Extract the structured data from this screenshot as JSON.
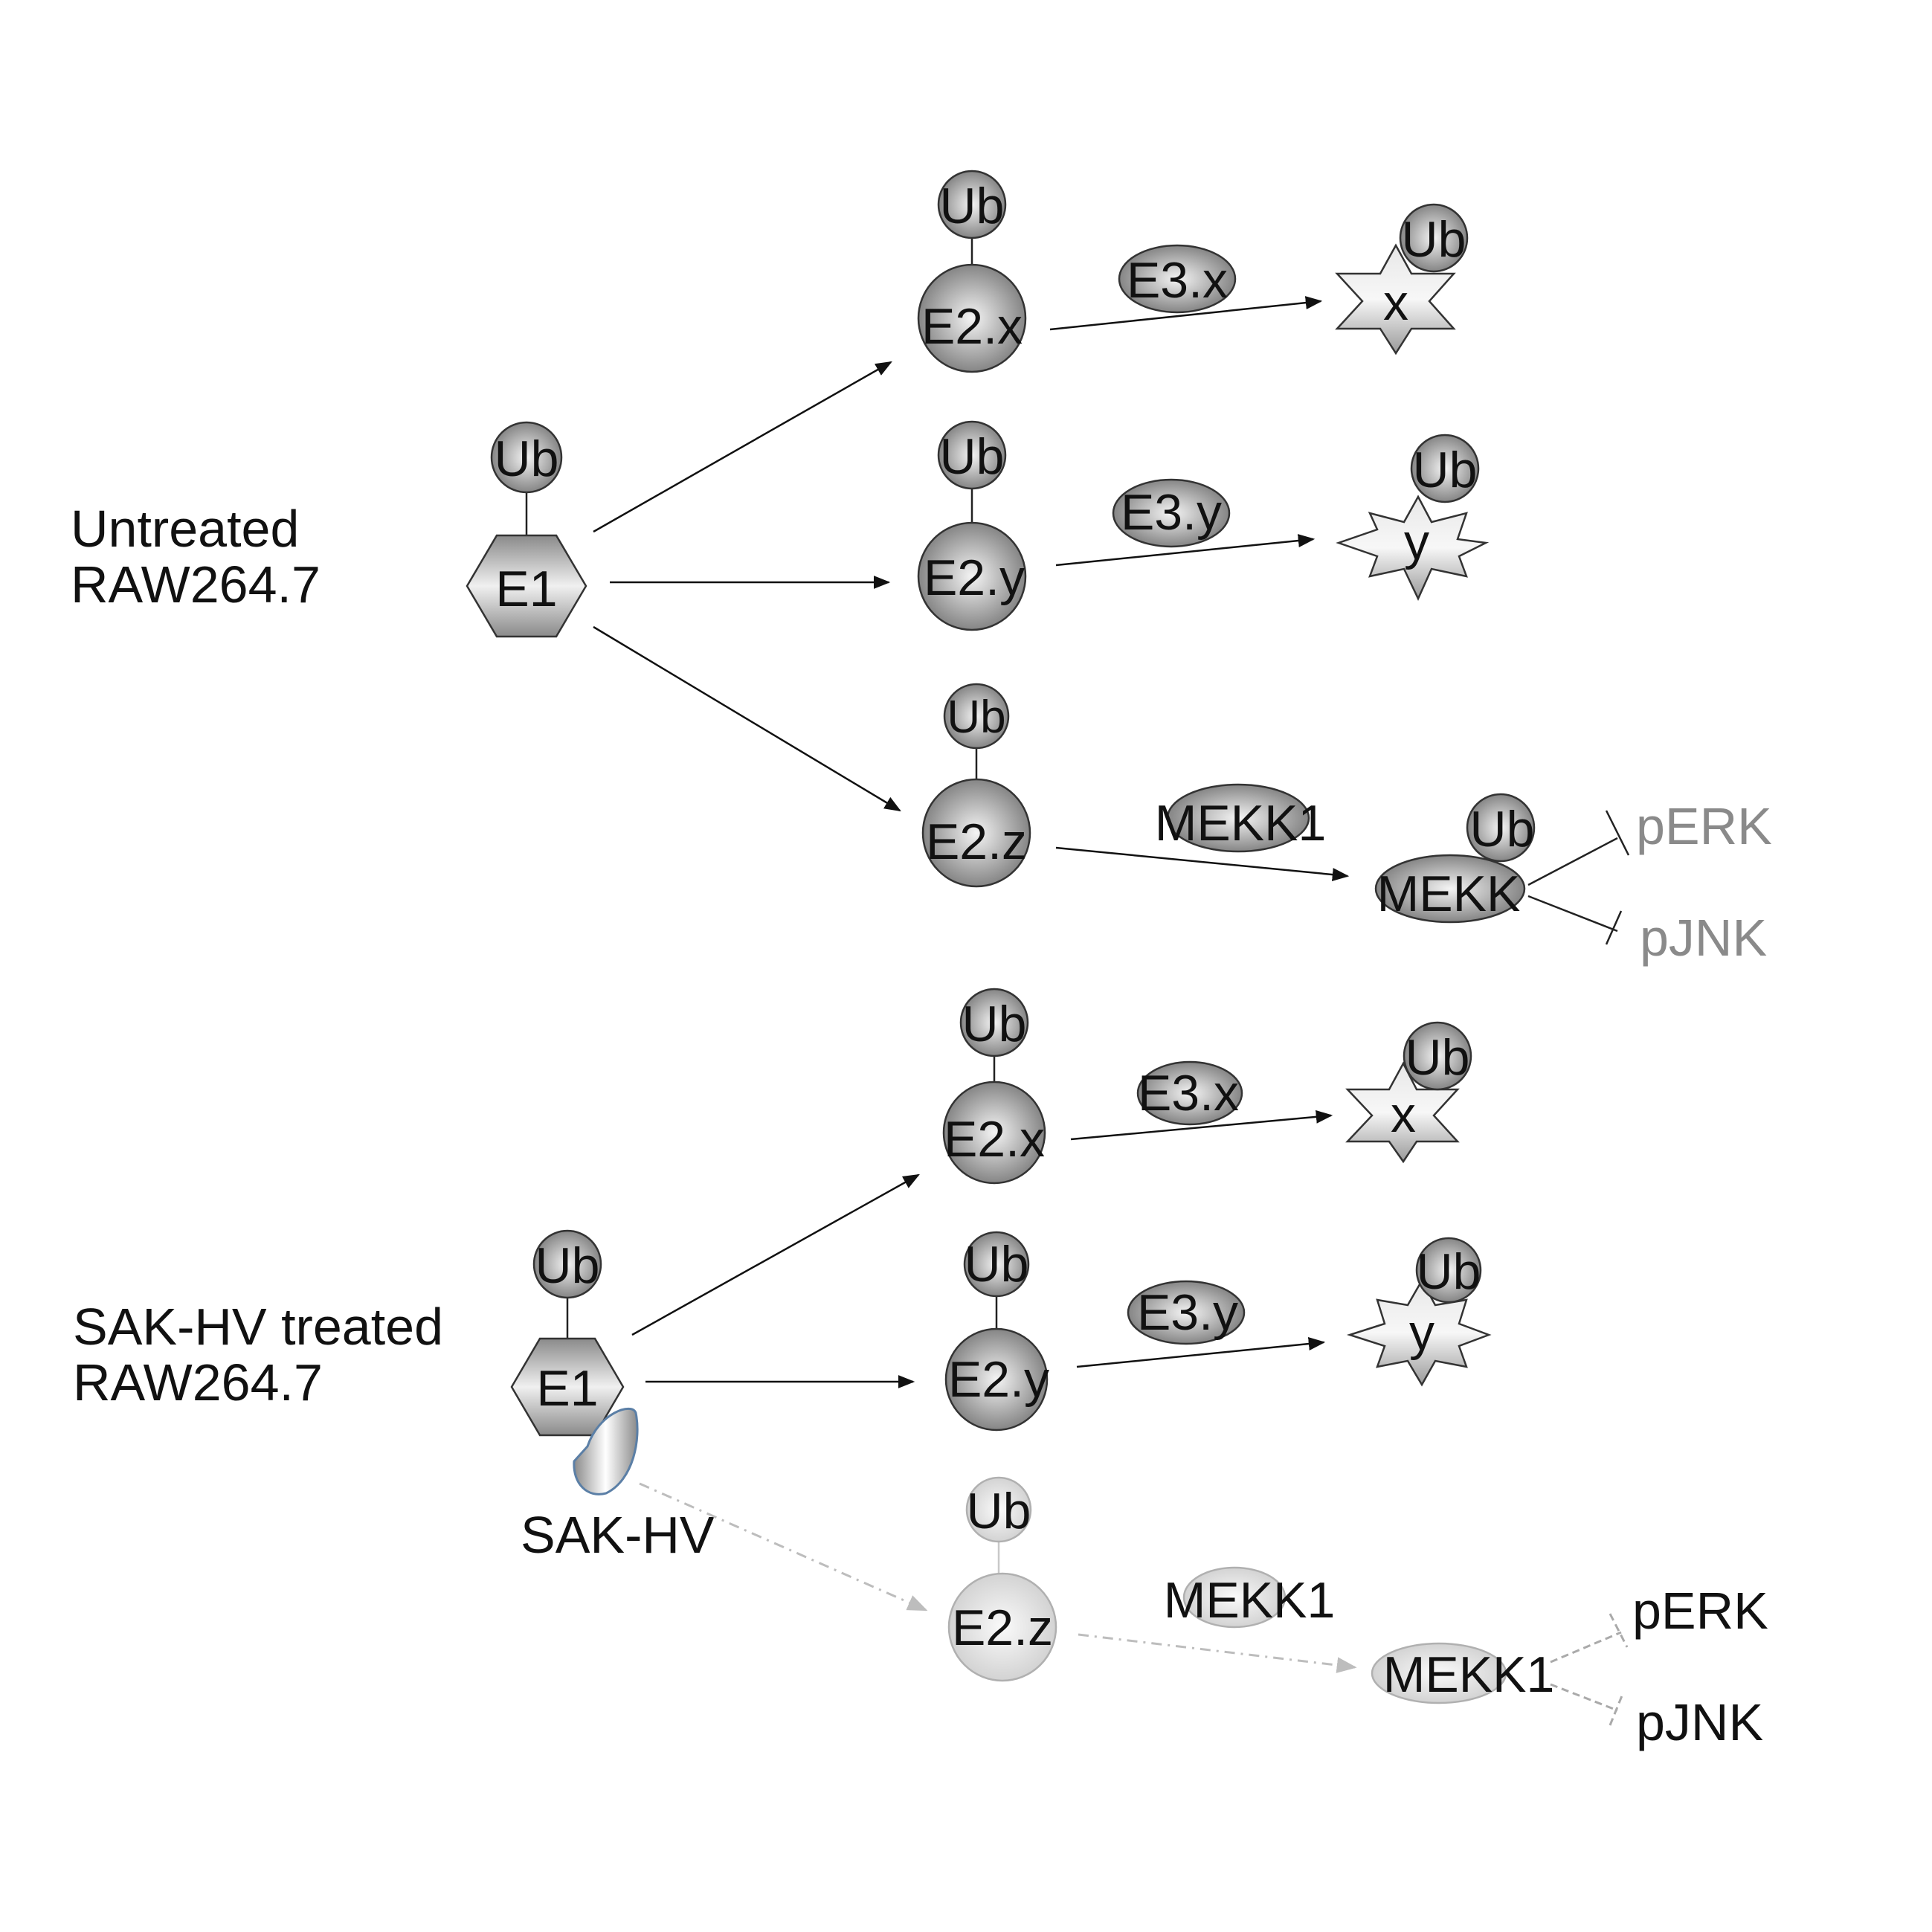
{
  "panels": {
    "untreated": {
      "label_line1": "Untreated",
      "label_line2": "RAW264.7",
      "e1": "E1",
      "ub": "Ub",
      "e2x": "E2.x",
      "e2y": "E2.y",
      "e2z": "E2.z",
      "e3x": "E3.x",
      "e3y": "E3.y",
      "x": "x",
      "y": "y",
      "mekk1": "MEKK1",
      "mekk": "MEKK",
      "perk": "pERK",
      "pjnk": "pJNK"
    },
    "treated": {
      "label_line1": "SAK-HV treated",
      "label_line2": "RAW264.7",
      "e1": "E1",
      "ub": "Ub",
      "sakhv": "SAK-HV",
      "e2x": "E2.x",
      "e2y": "E2.y",
      "e2z": "E2.z",
      "e3x": "E3.x",
      "e3y": "E3.y",
      "x": "x",
      "y": "y",
      "mekk1": "MEKK1",
      "mekk1_target": "MEKK1",
      "perk": "pERK",
      "pjnk": "pJNK"
    }
  },
  "colors": {
    "node_dark": "#8c8c8c",
    "node_light": "#f2f2f2",
    "faded_node": "#d6d6d6",
    "inhibited_text": "#8a8a8a",
    "sakhv_outline": "#5b7fa6"
  }
}
